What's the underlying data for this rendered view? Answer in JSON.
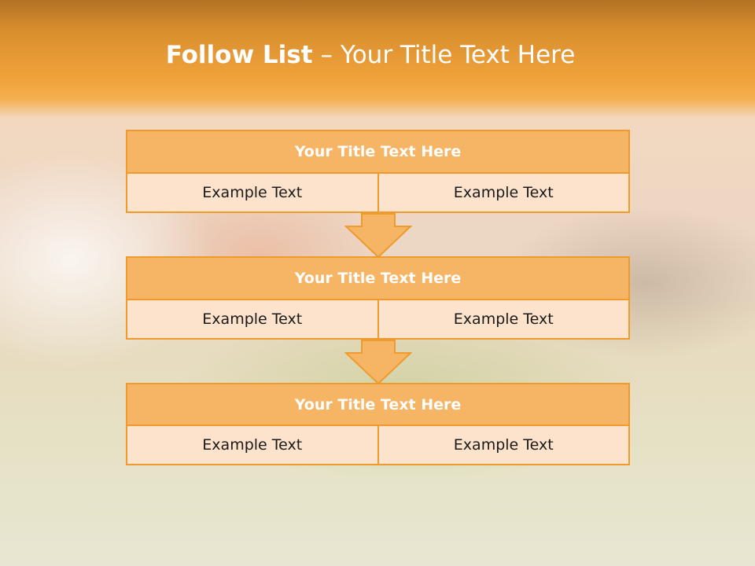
{
  "slide": {
    "title_bold": "Follow List",
    "title_rest": "– Your Title Text Here"
  },
  "blocks": [
    {
      "title": "Your Title Text Here",
      "left": "Example Text",
      "right": "Example Text"
    },
    {
      "title": "Your Title Text Here",
      "left": "Example Text",
      "right": "Example Text"
    },
    {
      "title": "Your Title Text Here",
      "left": "Example Text",
      "right": "Example Text"
    }
  ],
  "colors": {
    "accent": "#f6b564",
    "border": "#ef9a2c",
    "cell_fill": "#fde3cc",
    "header": "#f1a23a"
  },
  "icons": [
    "down-arrow-icon",
    "down-arrow-icon"
  ]
}
